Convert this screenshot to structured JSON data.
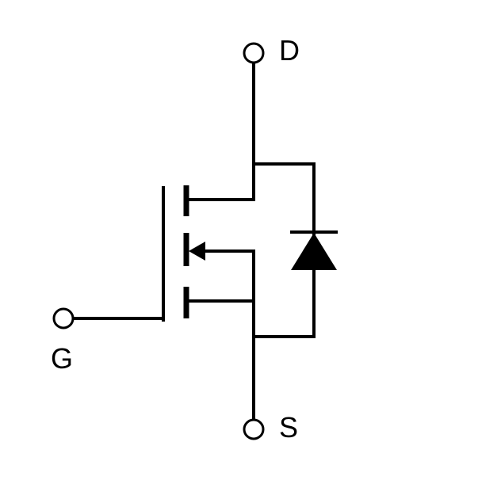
{
  "terminals": {
    "drain": "D",
    "gate": "G",
    "source": "S"
  },
  "colors": {
    "line": "#000000",
    "background": "#ffffff"
  }
}
